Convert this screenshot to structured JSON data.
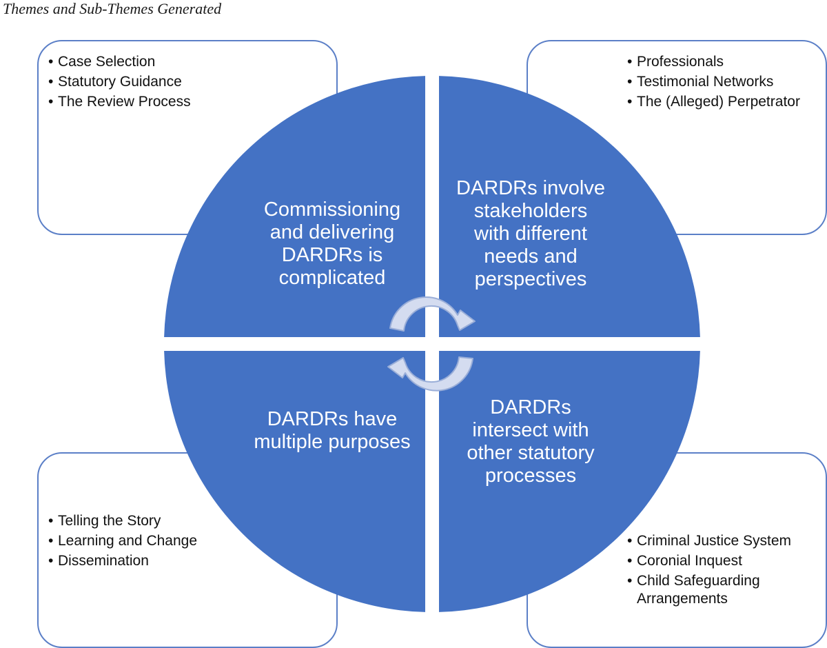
{
  "caption": "Themes and Sub-Themes Generated",
  "colors": {
    "quadrant_fill": "#4472c4",
    "box_border": "#5b7fc7",
    "arrow_fill": "#d4dcf0",
    "arrow_stroke": "#9aaed8"
  },
  "quadrants": {
    "top_left": {
      "label": "Commissioning and delivering DARDRs is complicated",
      "sub_themes": [
        "Case Selection",
        "Statutory Guidance",
        "The Review Process"
      ]
    },
    "top_right": {
      "label": "DARDRs involve stakeholders with different needs and perspectives",
      "sub_themes": [
        "Professionals",
        "Testimonial Networks",
        "The (Alleged) Perpetrator"
      ]
    },
    "bottom_left": {
      "label": "DARDRs have multiple purposes",
      "sub_themes": [
        "Telling the Story",
        "Learning and Change",
        "Dissemination"
      ]
    },
    "bottom_right": {
      "label": "DARDRs intersect with other statutory processes",
      "sub_themes": [
        "Criminal Justice System",
        "Coronial Inquest",
        "Child Safeguarding Arrangements"
      ]
    }
  },
  "cycle_arrows": [
    "curved-arrow-clockwise-top",
    "curved-arrow-clockwise-bottom"
  ]
}
